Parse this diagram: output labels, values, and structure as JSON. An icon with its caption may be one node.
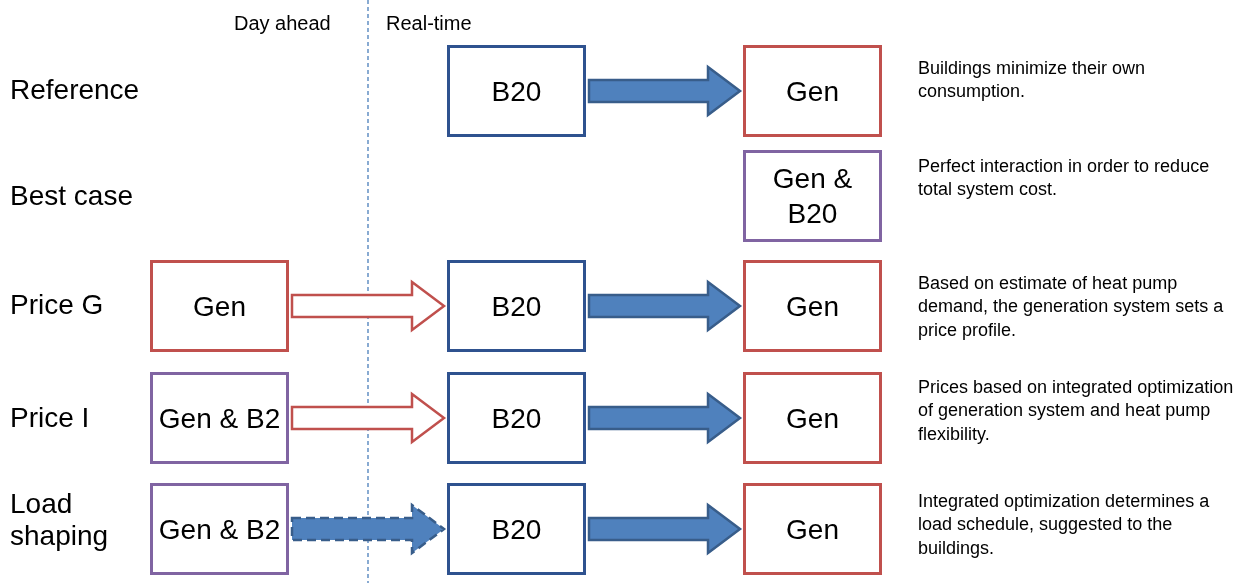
{
  "diagram": {
    "nodes": [
      {
        "text": [
          "B20"
        ]
      },
      {
        "text": [
          "Gen"
        ]
      },
      {
        "text": [
          "Gen & B20"
        ]
      },
      {
        "text": [
          "Gen"
        ]
      },
      {
        "text": [
          "B20"
        ]
      },
      {
        "text": [
          "Gen"
        ]
      },
      {
        "text": [
          "Gen & B2"
        ]
      },
      {
        "text": [
          "B20"
        ]
      },
      {
        "text": [
          "Gen"
        ]
      },
      {
        "text": [
          "Gen & B2"
        ]
      },
      {
        "text": [
          "B20"
        ]
      },
      {
        "text": [
          "Gen"
        ]
      }
    ],
    "edges": [
      {
        "from": 0,
        "to": 1,
        "arrow": "to"
      },
      {
        "from": 3,
        "to": 4,
        "arrow": "to",
        "color": "#c0504d"
      },
      {
        "from": 4,
        "to": 5,
        "arrow": "to"
      },
      {
        "from": 6,
        "to": 7,
        "arrow": "to",
        "color": "#c0504d"
      },
      {
        "from": 7,
        "to": 8,
        "arrow": "to"
      },
      {
        "from": 9,
        "to": 10,
        "arrow": "to",
        "style": "dashed"
      },
      {
        "from": 10,
        "to": 11,
        "arrow": "to"
      }
    ],
    "labels": [
      "Day ahead",
      "Real-time",
      "Reference",
      "Buildings minimize their own consumption.",
      "Best case",
      "Perfect interaction in order to reduce total system cost.",
      "Price G",
      "Based on estimate of heat pump demand, the generation system sets a price profile.",
      "Price I",
      "Prices based on integrated optimization of generation system and heat pump flexibility.",
      "Load shaping",
      "Integrated optimization determines a load schedule, suggested to the buildings."
    ]
  }
}
